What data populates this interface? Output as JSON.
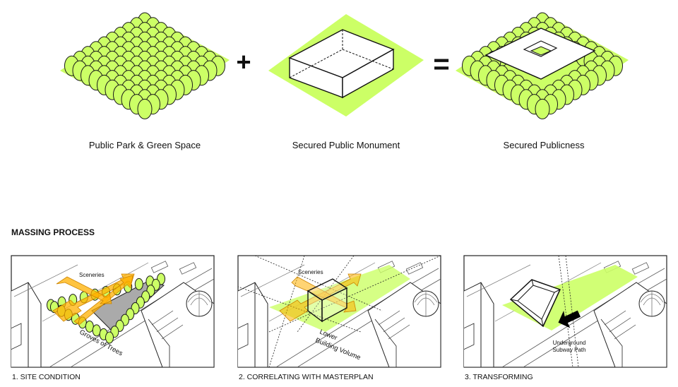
{
  "top_diagram": {
    "items": [
      {
        "caption": "Public Park & Green Space"
      },
      {
        "caption": "Secured Public Monument"
      },
      {
        "caption": "Secured Publicness"
      }
    ],
    "operators": [
      "+",
      "="
    ]
  },
  "massing": {
    "heading": "MASSING PROCESS",
    "steps": [
      {
        "caption": "1. SITE CONDITION",
        "labels": [
          "Sceneries",
          "Groves of Trees"
        ]
      },
      {
        "caption": "2. CORRELATING WITH MASTERPLAN",
        "labels": [
          "Sceneries",
          "Lower",
          "Building Volume"
        ]
      },
      {
        "caption": "3. TRANSFORMING",
        "labels": [
          "Underground",
          "Subway Path"
        ]
      }
    ]
  },
  "colors": {
    "green": "#ccff66",
    "arrow_orange": "#ffb000",
    "outline": "#1a1a1a"
  }
}
